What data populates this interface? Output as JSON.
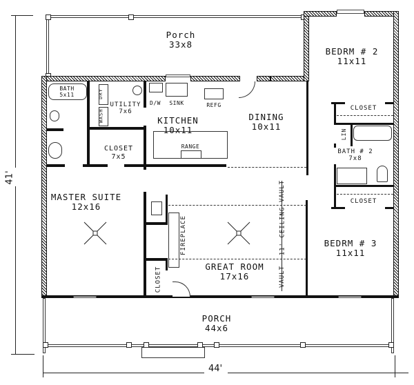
{
  "plan": {
    "rooms": {
      "porch_rear": {
        "name": "Porch",
        "dims": "33x8"
      },
      "bath1": {
        "name": "BATH",
        "dims": "5x11"
      },
      "utility": {
        "name": "UTILITY",
        "dims": "7x6"
      },
      "kitchen": {
        "name": "KITCHEN",
        "dims": "10x11"
      },
      "dining": {
        "name": "DINING",
        "dims": "10x11"
      },
      "bedroom2": {
        "name": "BEDRM # 2",
        "dims": "11x11"
      },
      "closet_utility": {
        "name": "CLOSET",
        "dims": "7x5"
      },
      "closet_bed2": {
        "name": "CLOSET"
      },
      "bath2": {
        "name": "BATH # 2",
        "dims": "7x8"
      },
      "closet_bed3": {
        "name": "CLOSET"
      },
      "master_suite": {
        "name": "MASTER SUITE",
        "dims": "12x16"
      },
      "great_room": {
        "name": "GREAT ROOM",
        "dims": "17x16"
      },
      "bedroom3": {
        "name": "BEDRM # 3",
        "dims": "11x11"
      },
      "closet_great": {
        "name": "CLOSET"
      },
      "porch_front": {
        "name": "PORCH",
        "dims": "44x6"
      }
    },
    "fixtures": {
      "dry": "DRY",
      "wash": "WASH",
      "dw": "D/W",
      "sink": "SINK",
      "refg": "REFG",
      "range": "RANGE",
      "fireplace": "FIREPLACE",
      "linen": "LIN"
    },
    "ceiling": {
      "vault_top": "VAULT",
      "ceiling_label": "11' CEILING",
      "vault_bottom": "VAULT"
    },
    "dimensions": {
      "depth": "41'",
      "width": "44'"
    }
  }
}
